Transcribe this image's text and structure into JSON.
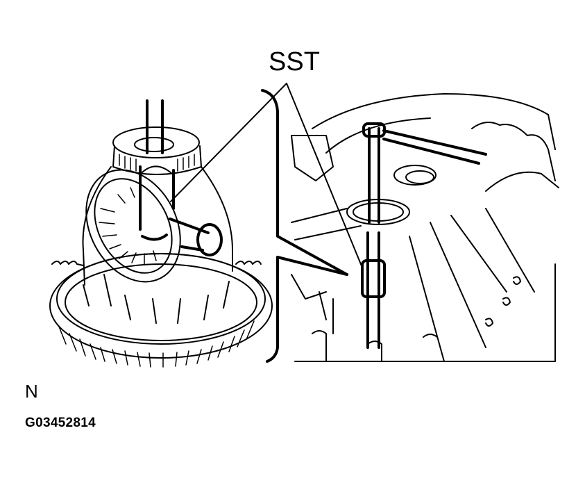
{
  "diagram": {
    "callout_label": "SST",
    "view_label": "N",
    "figure_code": "G03452814",
    "line_color": "#000000",
    "background_color": "#ffffff",
    "components": [
      {
        "name": "differential-case",
        "description": "Differential case with bearing and ring gear, SST pressing bearing"
      },
      {
        "name": "transaxle-case",
        "description": "Transaxle housing with SST installed through bearing bore"
      }
    ]
  }
}
